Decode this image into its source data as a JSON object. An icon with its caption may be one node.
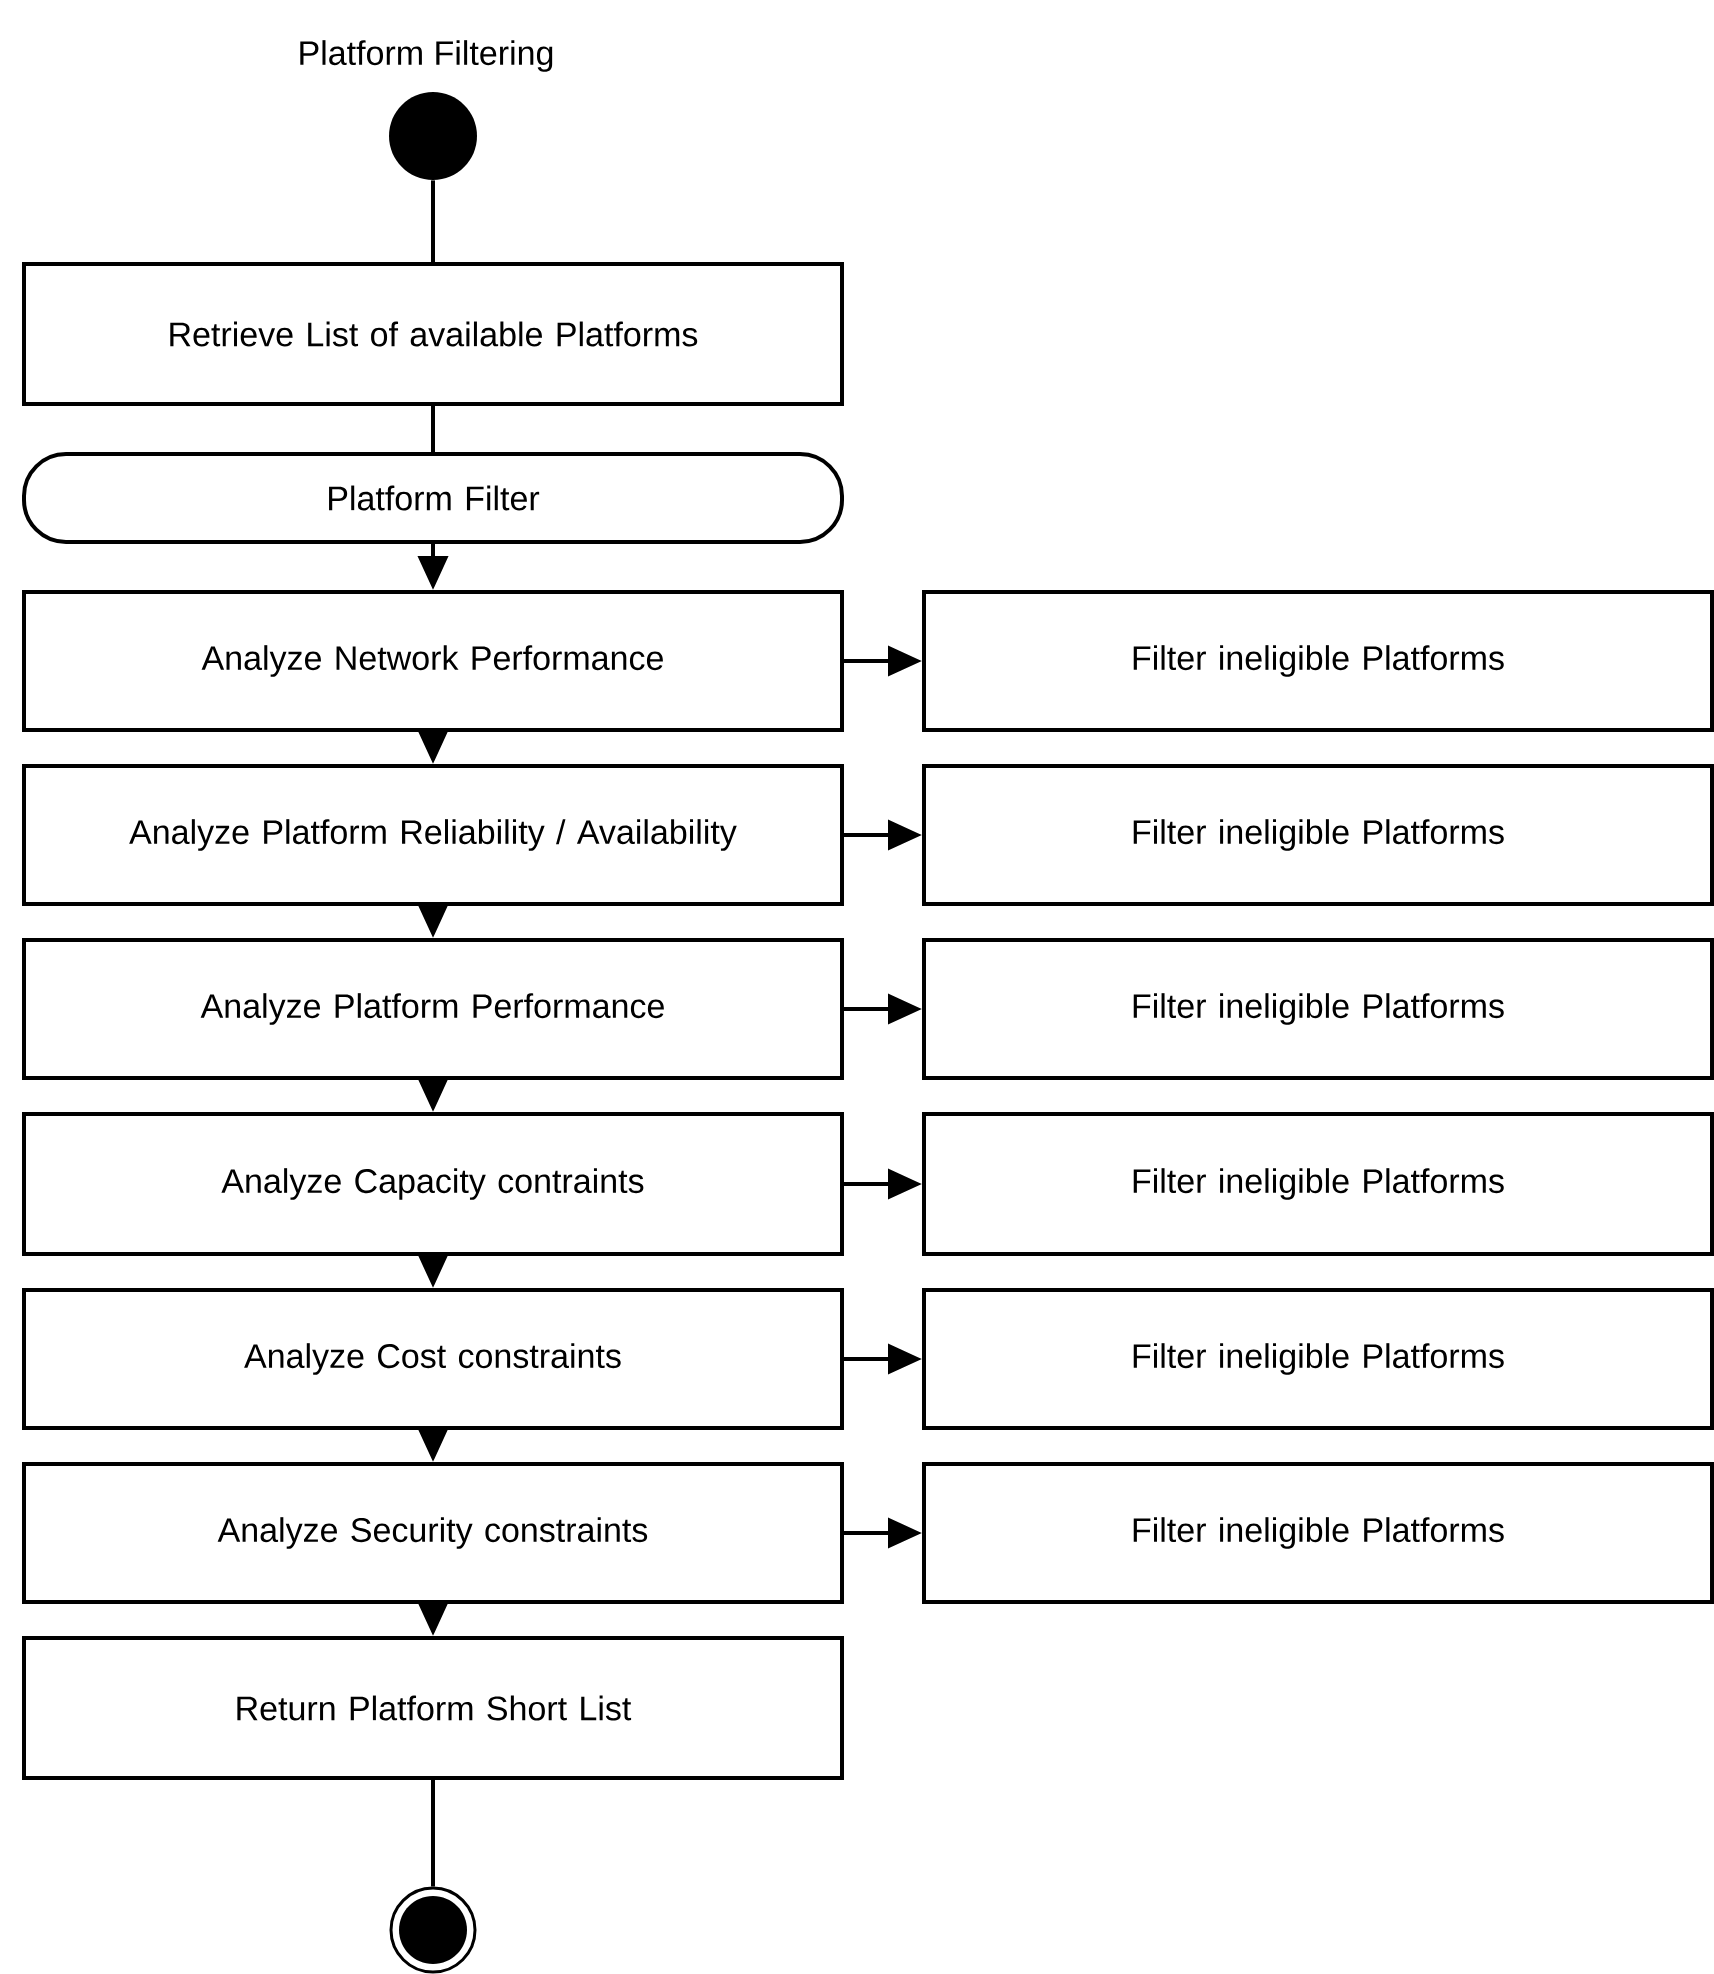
{
  "diagram": {
    "title": "Platform Filtering",
    "nodes": [
      {
        "text": [],
        "shape": "circle"
      },
      {
        "text": [
          "Retrieve List of available Platforms"
        ]
      },
      {
        "text": [
          "Platform Filter"
        ]
      },
      {
        "text": [
          "Analyze Network Performance"
        ]
      },
      {
        "text": [
          "Analyze Platform Reliability / Availability"
        ]
      },
      {
        "text": [
          "Analyze Platform Performance"
        ]
      },
      {
        "text": [
          "Analyze Capacity contraints"
        ]
      },
      {
        "text": [
          "Analyze Cost constraints"
        ]
      },
      {
        "text": [
          "Analyze Security constraints"
        ]
      },
      {
        "text": [
          "Return Platform Short List"
        ]
      },
      {
        "text": [],
        "shape": "circle"
      },
      {
        "text": [
          "Filter ineligible Platforms"
        ]
      },
      {
        "text": [
          "Filter ineligible Platforms"
        ]
      },
      {
        "text": [
          "Filter ineligible Platforms"
        ]
      },
      {
        "text": [
          "Filter ineligible Platforms"
        ]
      },
      {
        "text": [
          "Filter ineligible Platforms"
        ]
      },
      {
        "text": [
          "Filter ineligible Platforms"
        ]
      }
    ],
    "edges": [
      {
        "from": 0,
        "to": 1,
        "arrow": "none"
      },
      {
        "from": 1,
        "to": 2,
        "arrow": "none"
      },
      {
        "from": 2,
        "to": 3,
        "arrow": "to"
      },
      {
        "from": 3,
        "to": 4,
        "arrow": "to"
      },
      {
        "from": 4,
        "to": 5,
        "arrow": "to"
      },
      {
        "from": 5,
        "to": 6,
        "arrow": "to"
      },
      {
        "from": 6,
        "to": 7,
        "arrow": "to"
      },
      {
        "from": 7,
        "to": 8,
        "arrow": "to"
      },
      {
        "from": 8,
        "to": 9,
        "arrow": "to"
      },
      {
        "from": 9,
        "to": 10,
        "arrow": "none"
      },
      {
        "from": 3,
        "to": 11,
        "arrow": "to"
      },
      {
        "from": 4,
        "to": 12,
        "arrow": "to"
      },
      {
        "from": 5,
        "to": 13,
        "arrow": "to"
      },
      {
        "from": 6,
        "to": 14,
        "arrow": "to"
      },
      {
        "from": 7,
        "to": 15,
        "arrow": "to"
      },
      {
        "from": 8,
        "to": 16,
        "arrow": "to"
      }
    ]
  }
}
